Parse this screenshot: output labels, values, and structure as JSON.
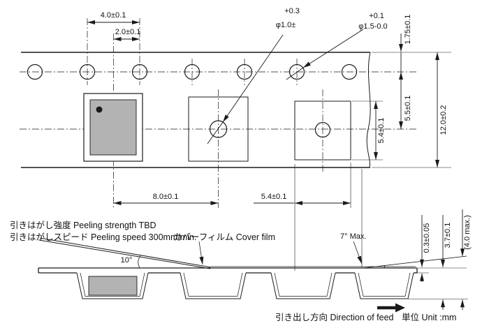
{
  "drawing": {
    "colors": {
      "line": "#1a1a1a",
      "component_fill": "#b3b3b3"
    },
    "top": {
      "dim_pitch": "4.0±0.1",
      "dim_offset": "2.0±0.1",
      "center_hole_tol": "+0.3",
      "center_hole_dia": "φ1.0±",
      "sprocket_hole_tol": "+0.1",
      "sprocket_hole_dia": "φ1.5-0.0",
      "dim_edge_to_hole": "1.75±0.1",
      "dim_hole_to_pocket": "5.5±0.1",
      "dim_pocket_height": "5.4±0.1",
      "dim_tape_width": "12.0±0.2",
      "dim_pocket_pitch": "8.0±0.1",
      "dim_pocket_width": "5.4±0.1"
    },
    "side": {
      "peel_strength": "引きはがし強度 Peeling strength TBD",
      "peel_speed": "引きはがしスピード Peeling speed 300mm/min.",
      "cover_film": "カバーフィルム Cover film",
      "bend_angle": "7°  Max.",
      "peel_angle": "10°",
      "dim_tape_thickness": "0.3±0.05",
      "dim_total_height": "3.7±0.1",
      "dim_max_height": "(4.0 max.)",
      "feed_direction": "引き出し方向 Direction of feed",
      "unit": "単位 Unit :mm"
    }
  }
}
